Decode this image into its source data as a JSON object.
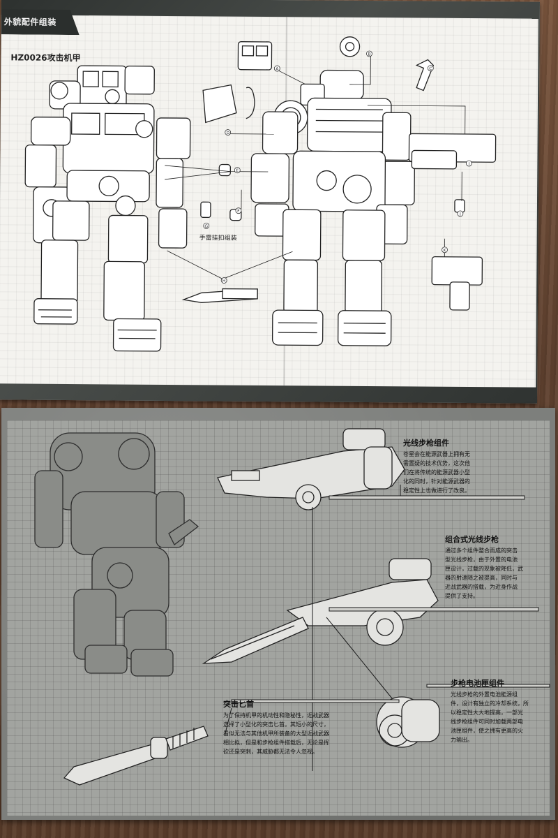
{
  "top_sheet": {
    "header": "外貌配件组装",
    "model": "HZ0026攻击机甲",
    "grenade_label": "手雷挂扣组装",
    "part_letters": [
      "A",
      "B",
      "C",
      "D",
      "E",
      "F",
      "G",
      "H",
      "I",
      "J",
      "K"
    ]
  },
  "bottom_sheet": {
    "rifle": {
      "title": "光线步枪组件",
      "body": [
        "苍星会在能源武器上拥有无",
        "需置疑的技术优势，这次他",
        "们在将传统的能源武器小型",
        "化的同时，针对能源武器的",
        "稳定性上也做进行了改良。"
      ]
    },
    "combo_rifle": {
      "title": "组合式光线步枪",
      "body": [
        "通过多个组件整合而成的突击",
        "型光线步枪，由于外置的电池",
        "匣设计，过载的现象被降低，武",
        "器的射速随之被提高，同时与",
        "近战武器的搭载，为近身作战",
        "提供了支持。"
      ]
    },
    "battery": {
      "title": "步枪电池匣组件",
      "body": [
        "光线步枪的外置电池能源组",
        "件，设计有独立的冷却系统，所",
        "以稳定性大大地提高，一部光",
        "线步枪组件可同时加载两部电",
        "池匣组件，使之拥有更高的火",
        "力输出。"
      ]
    },
    "dagger": {
      "title": "突击匕首",
      "body": [
        "为了保持机甲的机动性和隐秘性，近战武器",
        "选择了小型化的突击匕首。其短小的尺寸，",
        "看似无法与其他机甲所装备的大型近战武器",
        "相比拟，但是和步枪组件搭载后，无论是挥",
        "砍还是突刺，其威胁都无法令人忽视。"
      ]
    }
  }
}
